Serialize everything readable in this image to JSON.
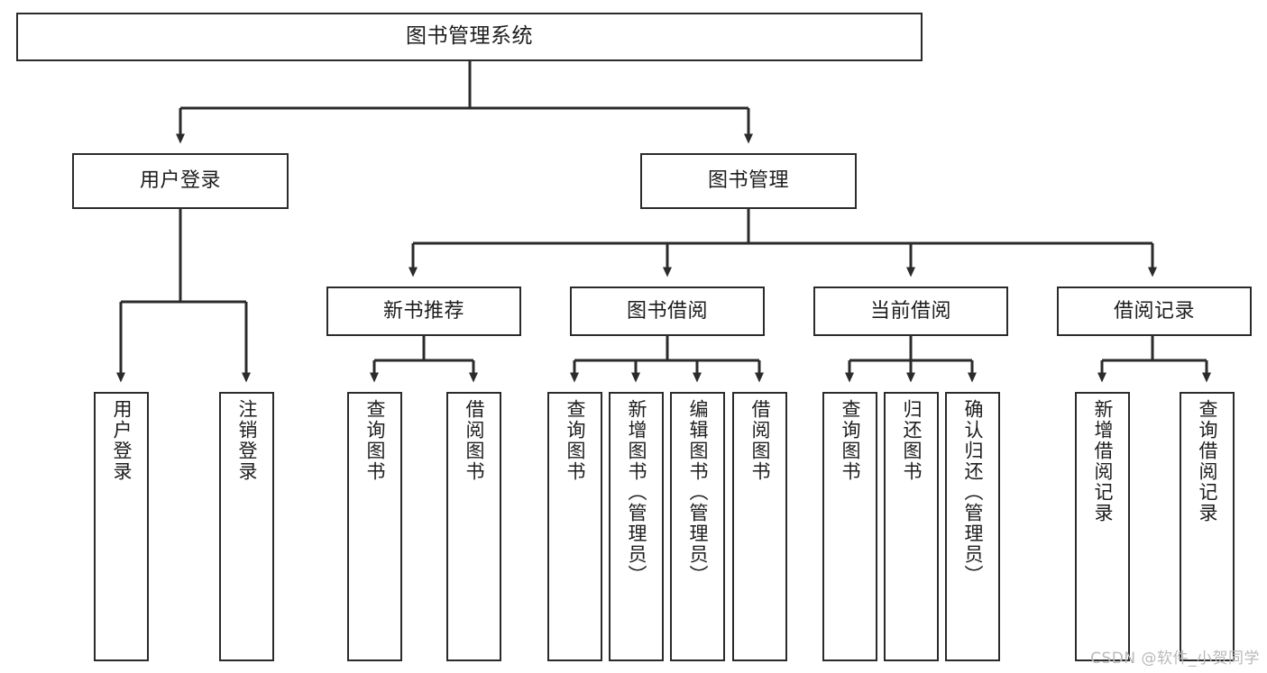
{
  "diagram": {
    "type": "tree",
    "title": "图书管理系统",
    "orientation": "top-down",
    "colors": {
      "box_border": "#2b2b2b",
      "box_fill": "#ffffff",
      "connector": "#2b2b2b",
      "text": "#1d1d1d",
      "watermark": "#b9b9b9"
    },
    "levels": {
      "level1": {
        "root": {
          "label": "图书管理系统"
        }
      },
      "level2": [
        {
          "label": "用户登录"
        },
        {
          "label": "图书管理"
        }
      ],
      "level3": [
        {
          "label": "新书推荐"
        },
        {
          "label": "图书借阅"
        },
        {
          "label": "当前借阅"
        },
        {
          "label": "借阅记录"
        }
      ],
      "leaves": {
        "user_login": [
          {
            "label": "用户登录"
          },
          {
            "label": "注销登录"
          }
        ],
        "new_book_recommend": [
          {
            "label": "查询图书"
          },
          {
            "label": "借阅图书"
          }
        ],
        "book_borrow": [
          {
            "label": "查询图书"
          },
          {
            "label": "新增图书（管理员）"
          },
          {
            "label": "编辑图书（管理员）"
          },
          {
            "label": "借阅图书"
          }
        ],
        "current_borrow": [
          {
            "label": "查询图书"
          },
          {
            "label": "归还图书"
          },
          {
            "label": "确认归还（管理员）"
          }
        ],
        "borrow_record": [
          {
            "label": "新增借阅记录"
          },
          {
            "label": "查询借阅记录"
          }
        ]
      }
    }
  },
  "watermark": {
    "text": "CSDN @软件_小贺同学"
  }
}
